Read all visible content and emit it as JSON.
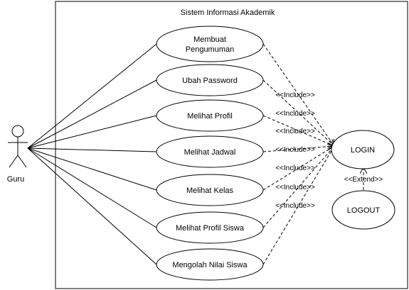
{
  "system": {
    "title": "Sistem Informasi Akademik"
  },
  "actor": {
    "name": "Guru"
  },
  "use_cases": [
    {
      "id": "uc1",
      "lines": [
        "Membuat",
        "Pengumuman"
      ]
    },
    {
      "id": "uc2",
      "lines": [
        "Ubah Password"
      ]
    },
    {
      "id": "uc3",
      "lines": [
        "Melihat Profil"
      ]
    },
    {
      "id": "uc4",
      "lines": [
        "Melihat Jadwal"
      ]
    },
    {
      "id": "uc5",
      "lines": [
        "Melihat Kelas"
      ]
    },
    {
      "id": "uc6",
      "lines": [
        "Melihat Profil Siswa"
      ]
    },
    {
      "id": "uc7",
      "lines": [
        "Mengolah Nilai Siswa"
      ]
    }
  ],
  "login": {
    "label": "LOGIN"
  },
  "logout": {
    "label": "LOGOUT"
  },
  "include_label": "<<Include>>",
  "extend_label": "<<Extend>>",
  "include_count": 7
}
